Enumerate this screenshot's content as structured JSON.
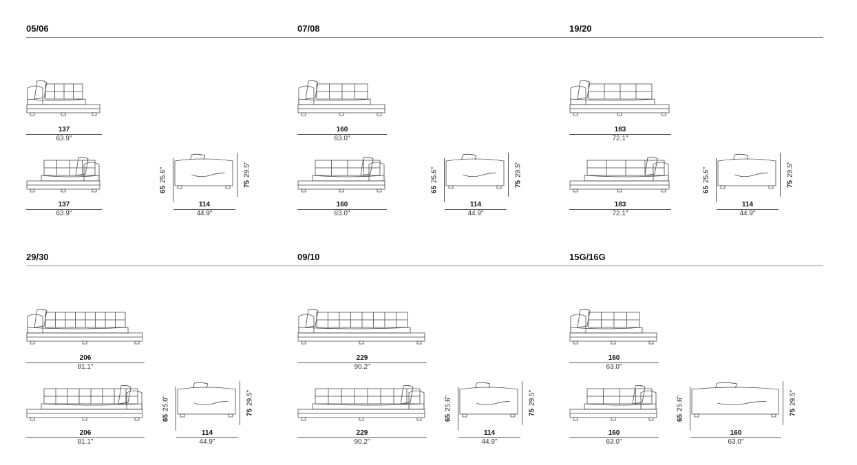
{
  "sections": [
    {
      "title": "05/06",
      "views": [
        {
          "kind": "sofa",
          "arm": "right",
          "seats": 1,
          "cm": "137",
          "in": "63.9\""
        },
        {
          "kind": "sofa",
          "arm": "left",
          "seats": 1,
          "cm": "137",
          "in": "63.9\""
        },
        {
          "kind": "side",
          "cm": "114",
          "in": "44.9\"",
          "seat_cm": "65",
          "seat_in": "25.6\"",
          "height_cm": "75",
          "height_in": "29.5\""
        }
      ]
    },
    {
      "title": "07/08",
      "views": [
        {
          "kind": "sofa",
          "arm": "right",
          "seats": 1,
          "cm": "160",
          "in": "63.0\""
        },
        {
          "kind": "sofa",
          "arm": "left",
          "seats": 1,
          "cm": "160",
          "in": "63.0\""
        },
        {
          "kind": "side",
          "cm": "114",
          "in": "44.9\"",
          "seat_cm": "65",
          "seat_in": "25.6\"",
          "height_cm": "75",
          "height_in": "29.5\""
        }
      ]
    },
    {
      "title": "19/20",
      "views": [
        {
          "kind": "sofa",
          "arm": "right",
          "seats": 1,
          "cm": "183",
          "in": "72.1\""
        },
        {
          "kind": "sofa",
          "arm": "left",
          "seats": 1,
          "cm": "183",
          "in": "72.1\""
        },
        {
          "kind": "side",
          "cm": "114",
          "in": "44.9\"",
          "seat_cm": "65",
          "seat_in": "25.6\"",
          "height_cm": "75",
          "height_in": "29.5\""
        }
      ]
    },
    {
      "title": "29/30",
      "views": [
        {
          "kind": "sofa",
          "arm": "right",
          "seats": 2,
          "cm": "206",
          "in": "81.1\""
        },
        {
          "kind": "sofa",
          "arm": "left",
          "seats": 2,
          "cm": "206",
          "in": "81.1\""
        },
        {
          "kind": "side",
          "cm": "114",
          "in": "44.9\"",
          "seat_cm": "65",
          "seat_in": "25.6\"",
          "height_cm": "75",
          "height_in": "29.5\""
        }
      ]
    },
    {
      "title": "09/10",
      "views": [
        {
          "kind": "sofa",
          "arm": "right",
          "seats": 2,
          "cm": "229",
          "in": "90.2\""
        },
        {
          "kind": "sofa",
          "arm": "left",
          "seats": 2,
          "cm": "229",
          "in": "90.2\""
        },
        {
          "kind": "side",
          "cm": "114",
          "in": "44.9\"",
          "seat_cm": "65",
          "seat_in": "25.6\"",
          "height_cm": "75",
          "height_in": "29.5\""
        }
      ]
    },
    {
      "title": "15G/16G",
      "views": [
        {
          "kind": "sofa",
          "arm": "right",
          "seats": 1,
          "cm": "160",
          "in": "63.0\""
        },
        {
          "kind": "sofa",
          "arm": "left",
          "seats": 1,
          "cm": "160",
          "in": "63.0\""
        },
        {
          "kind": "side",
          "cm": "160",
          "in": "63.0\"",
          "seat_cm": "65",
          "seat_in": "25.6\"",
          "height_cm": "75",
          "height_in": "29.5\""
        }
      ]
    }
  ],
  "colors": {
    "line": "#555555",
    "rule": "#8a8a8a",
    "text": "#111111"
  }
}
